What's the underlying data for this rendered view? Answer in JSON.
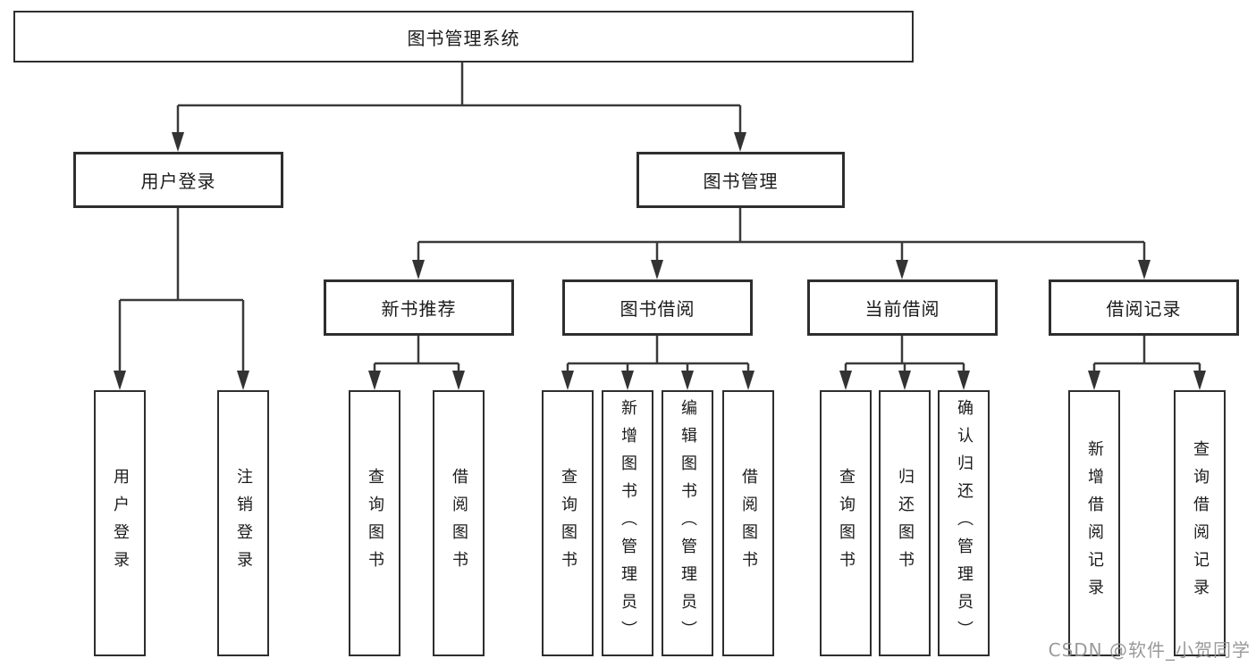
{
  "diagram_type": "functional-structure-tree",
  "tree": {
    "root": {
      "label": "图书管理系统"
    },
    "children": [
      {
        "label": "用户登录",
        "children": [
          {
            "label": "用户登录"
          },
          {
            "label": "注销登录"
          }
        ]
      },
      {
        "label": "图书管理",
        "children": [
          {
            "label": "新书推荐",
            "children": [
              {
                "label": "查询图书"
              },
              {
                "label": "借阅图书"
              }
            ]
          },
          {
            "label": "图书借阅",
            "children": [
              {
                "label": "查询图书"
              },
              {
                "label": "新增图书（管理员）"
              },
              {
                "label": "编辑图书（管理员）"
              },
              {
                "label": "借阅图书"
              }
            ]
          },
          {
            "label": "当前借阅",
            "children": [
              {
                "label": "查询图书"
              },
              {
                "label": "归还图书"
              },
              {
                "label": "确认归还（管理员）"
              }
            ]
          },
          {
            "label": "借阅记录",
            "children": [
              {
                "label": "新增借阅记录"
              },
              {
                "label": "查询借阅记录"
              }
            ]
          }
        ]
      }
    ]
  },
  "watermark": {
    "text": "CSDN @软件_小贺同学"
  },
  "colors": {
    "background": "#ffffff",
    "box_border": "#2e2e2e",
    "connector": "#3a3a3a",
    "text": "#1b1b1b",
    "watermark": "#919191"
  }
}
